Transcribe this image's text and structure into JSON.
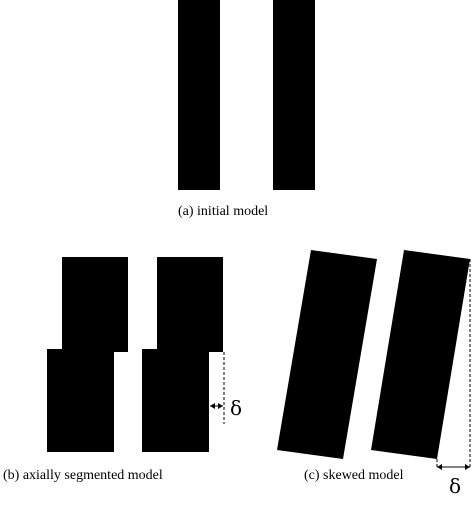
{
  "captions": {
    "a": "(a) initial model",
    "b": "(b) axially segmented model",
    "c": "(c) skewed model"
  },
  "symbols": {
    "delta_b": "δ",
    "delta_c": "δ"
  },
  "colors": {
    "bar": "#000000",
    "background": "#ffffff"
  },
  "bottom_text": ""
}
